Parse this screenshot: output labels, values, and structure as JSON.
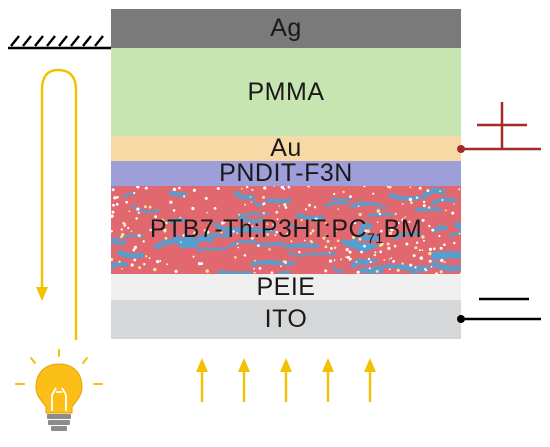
{
  "layers": {
    "ag": "Ag",
    "pmma": "PMMA",
    "au": "Au",
    "pndit": "PNDIT-F3N",
    "active_prefix": "PTB7-Th:P3HT:PC",
    "active_subscript": "71",
    "active_suffix": "BM",
    "peie": "PEIE",
    "ito": "ITO"
  },
  "colors": {
    "ag": "#7a7a7a",
    "pmma": "#c6e5b1",
    "au": "#f7d9a6",
    "pndit": "#9e9fd9",
    "active": "#e0686e",
    "active_domains": "#4aa3d8",
    "peie": "#efefef",
    "ito": "#d6d7d9",
    "light": "#f2c200",
    "positive_terminal": "#a52a2a",
    "negative_terminal": "#000000"
  },
  "icons": {
    "light_source": "lightbulb-icon",
    "ground": "ground-hatch-icon",
    "positive": "plus-sign-icon",
    "negative": "minus-sign-icon"
  },
  "incident_arrow_count": 5
}
